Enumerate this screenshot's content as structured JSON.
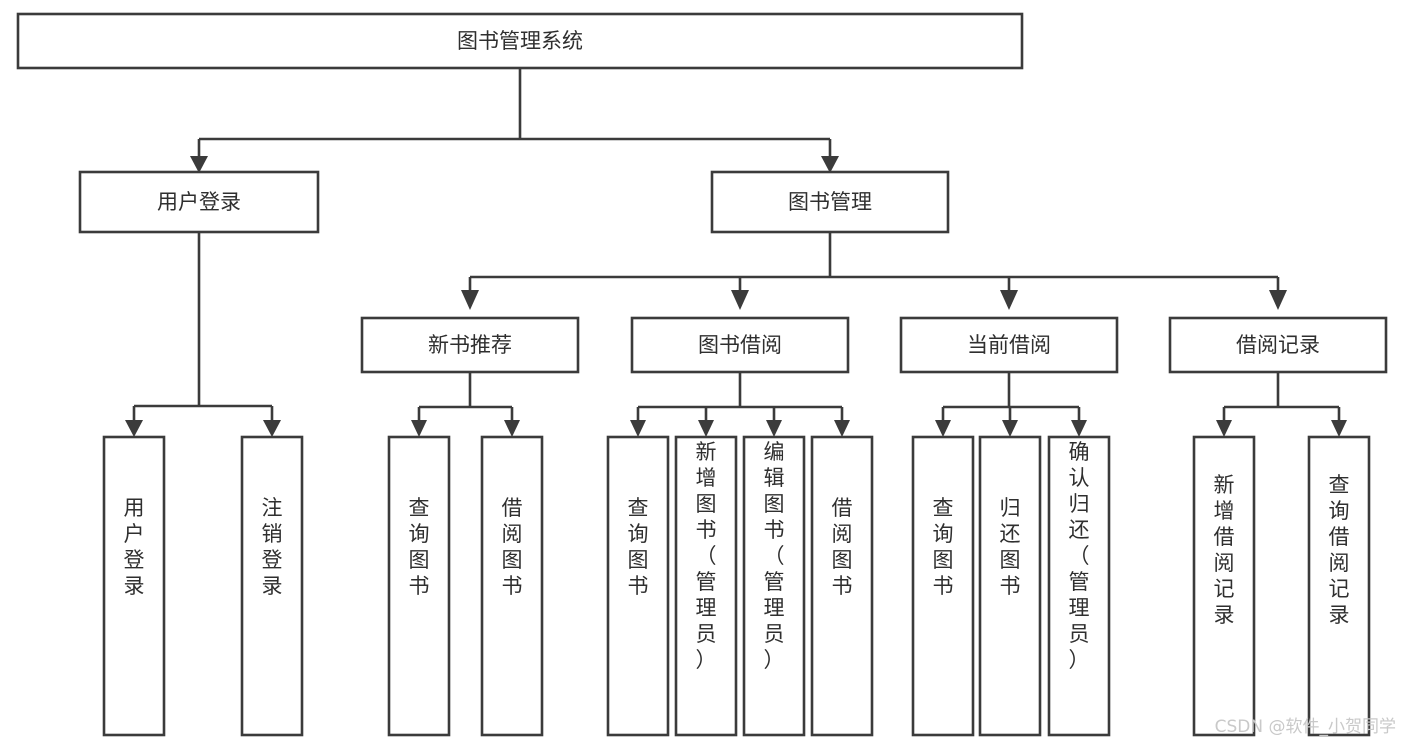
{
  "diagram": {
    "type": "tree-hierarchy",
    "title": "图书管理系统",
    "orientation": "top-down",
    "colors": {
      "stroke": "#3b3b3b",
      "box_fill": "#ffffff",
      "text": "#2f2f2f",
      "background": "#ffffff",
      "watermark": "#c9c9c9"
    },
    "root": {
      "label": "图书管理系统"
    },
    "level2": [
      {
        "label": "用户登录"
      },
      {
        "label": "图书管理"
      }
    ],
    "level3": [
      {
        "label": "新书推荐"
      },
      {
        "label": "图书借阅"
      },
      {
        "label": "当前借阅"
      },
      {
        "label": "借阅记录"
      }
    ],
    "leaves": {
      "user_login": [
        {
          "label": "用户登录"
        },
        {
          "label": "注销登录"
        }
      ],
      "new_book_recommend": [
        {
          "label": "查询图书"
        },
        {
          "label": "借阅图书"
        }
      ],
      "book_borrow": [
        {
          "label": "查询图书"
        },
        {
          "label": "新增图书（管理员）"
        },
        {
          "label": "编辑图书（管理员）"
        },
        {
          "label": "借阅图书"
        }
      ],
      "current_borrow": [
        {
          "label": "查询图书"
        },
        {
          "label": "归还图书"
        },
        {
          "label": "确认归还（管理员）"
        }
      ],
      "borrow_record": [
        {
          "label": "新增借阅记录"
        },
        {
          "label": "查询借阅记录"
        }
      ]
    }
  },
  "watermark": {
    "text": "CSDN @软件_小贺同学"
  }
}
